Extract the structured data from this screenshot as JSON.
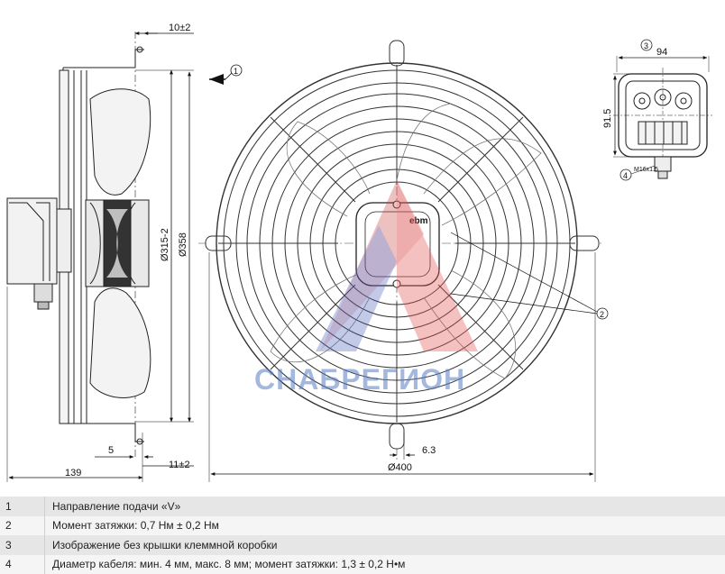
{
  "watermark": {
    "text": "СНАБРЕГИОН"
  },
  "brand": {
    "logo": "ebm"
  },
  "dimensions": {
    "d10": "10±2",
    "d5": "5",
    "d11": "11±2",
    "d139": "139",
    "d315": "Ø315-2",
    "d358": "Ø358",
    "d400": "Ø400",
    "d6_3": "6.3",
    "d94": "94",
    "d91_5": "91.5",
    "m16": "M16x1.5"
  },
  "callouts": {
    "c1": "1",
    "c2": "2",
    "c3": "3",
    "c4": "4"
  },
  "notes": [
    {
      "num": "1",
      "text": "Направление подачи «V»"
    },
    {
      "num": "2",
      "text": "Момент затяжки: 0,7 Нм ± 0,2 Нм"
    },
    {
      "num": "3",
      "text": "Изображение без крышки клеммной коробки"
    },
    {
      "num": "4",
      "text": "Диаметр кабеля: мин. 4 мм, макс. 8 мм; момент затяжки: 1,3 ± 0,2 Н•м"
    }
  ]
}
